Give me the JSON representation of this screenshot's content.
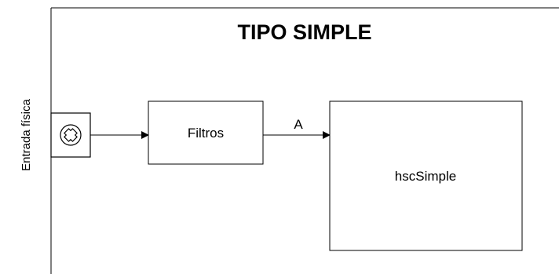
{
  "diagram": {
    "title": "TIPO SIMPLE",
    "input_label": "Entrada física",
    "input_symbol": "sensor-icon",
    "filter_block": "Filtros",
    "signal_label": "A",
    "output_block": "hscSimple"
  }
}
